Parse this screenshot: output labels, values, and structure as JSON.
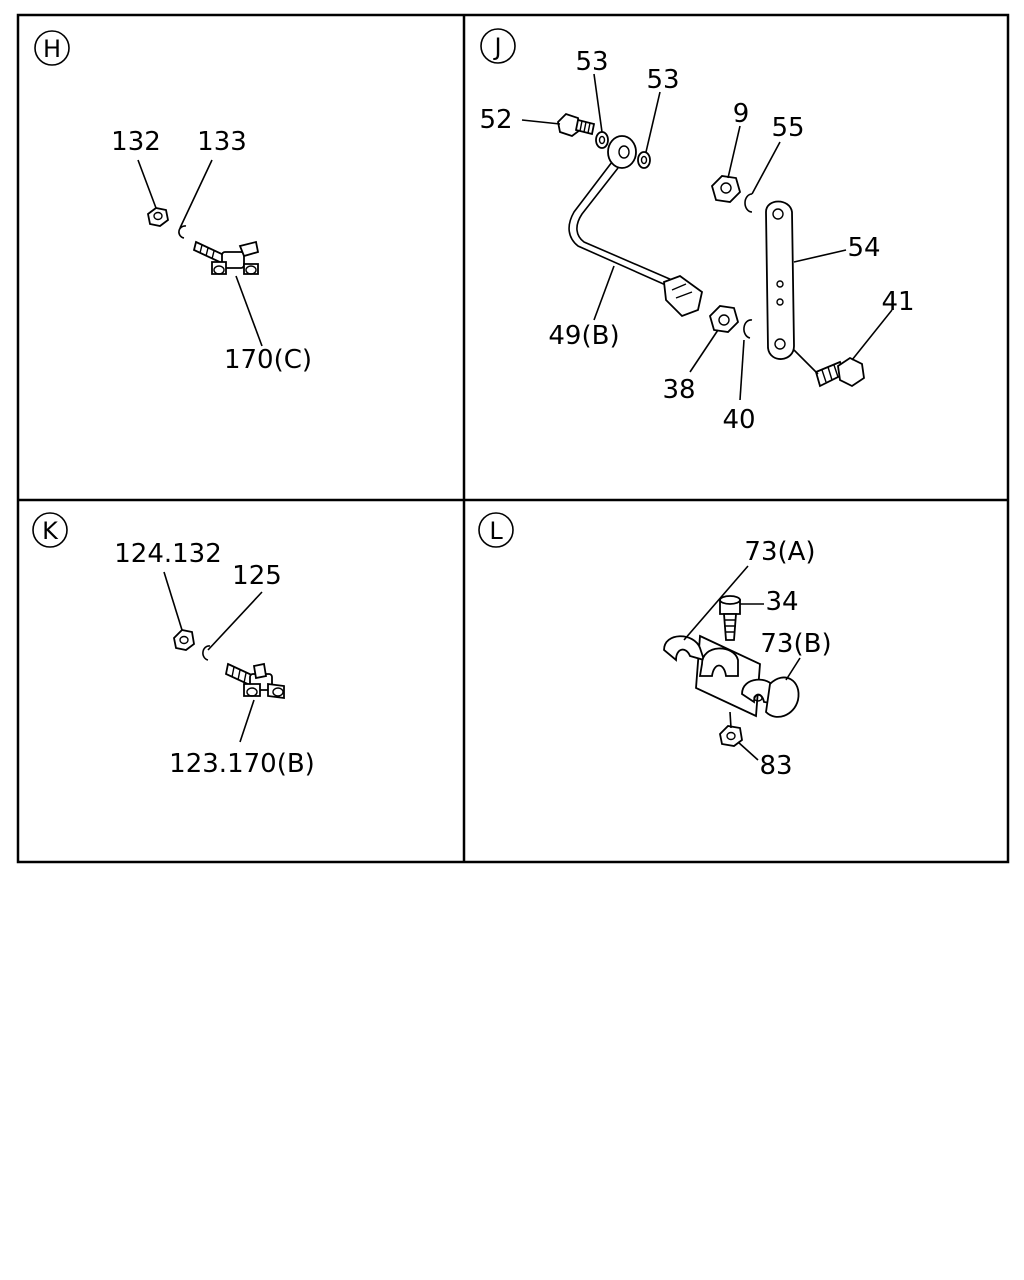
{
  "panels": {
    "H": {
      "letter": "H",
      "labels": {
        "p132": "132",
        "p133": "133",
        "p170c": "170(C)"
      }
    },
    "J": {
      "letter": "J",
      "labels": {
        "p53a": "53",
        "p53b": "53",
        "p52": "52",
        "p9": "9",
        "p55": "55",
        "p54": "54",
        "p41": "41",
        "p49b": "49(B)",
        "p38": "38",
        "p40": "40"
      }
    },
    "K": {
      "letter": "K",
      "labels": {
        "p124_132": "124.132",
        "p125": "125",
        "p123_170b": "123.170(B)"
      }
    },
    "L": {
      "letter": "L",
      "labels": {
        "p73a": "73(A)",
        "p34": "34",
        "p73b": "73(B)",
        "p83": "83"
      }
    }
  }
}
